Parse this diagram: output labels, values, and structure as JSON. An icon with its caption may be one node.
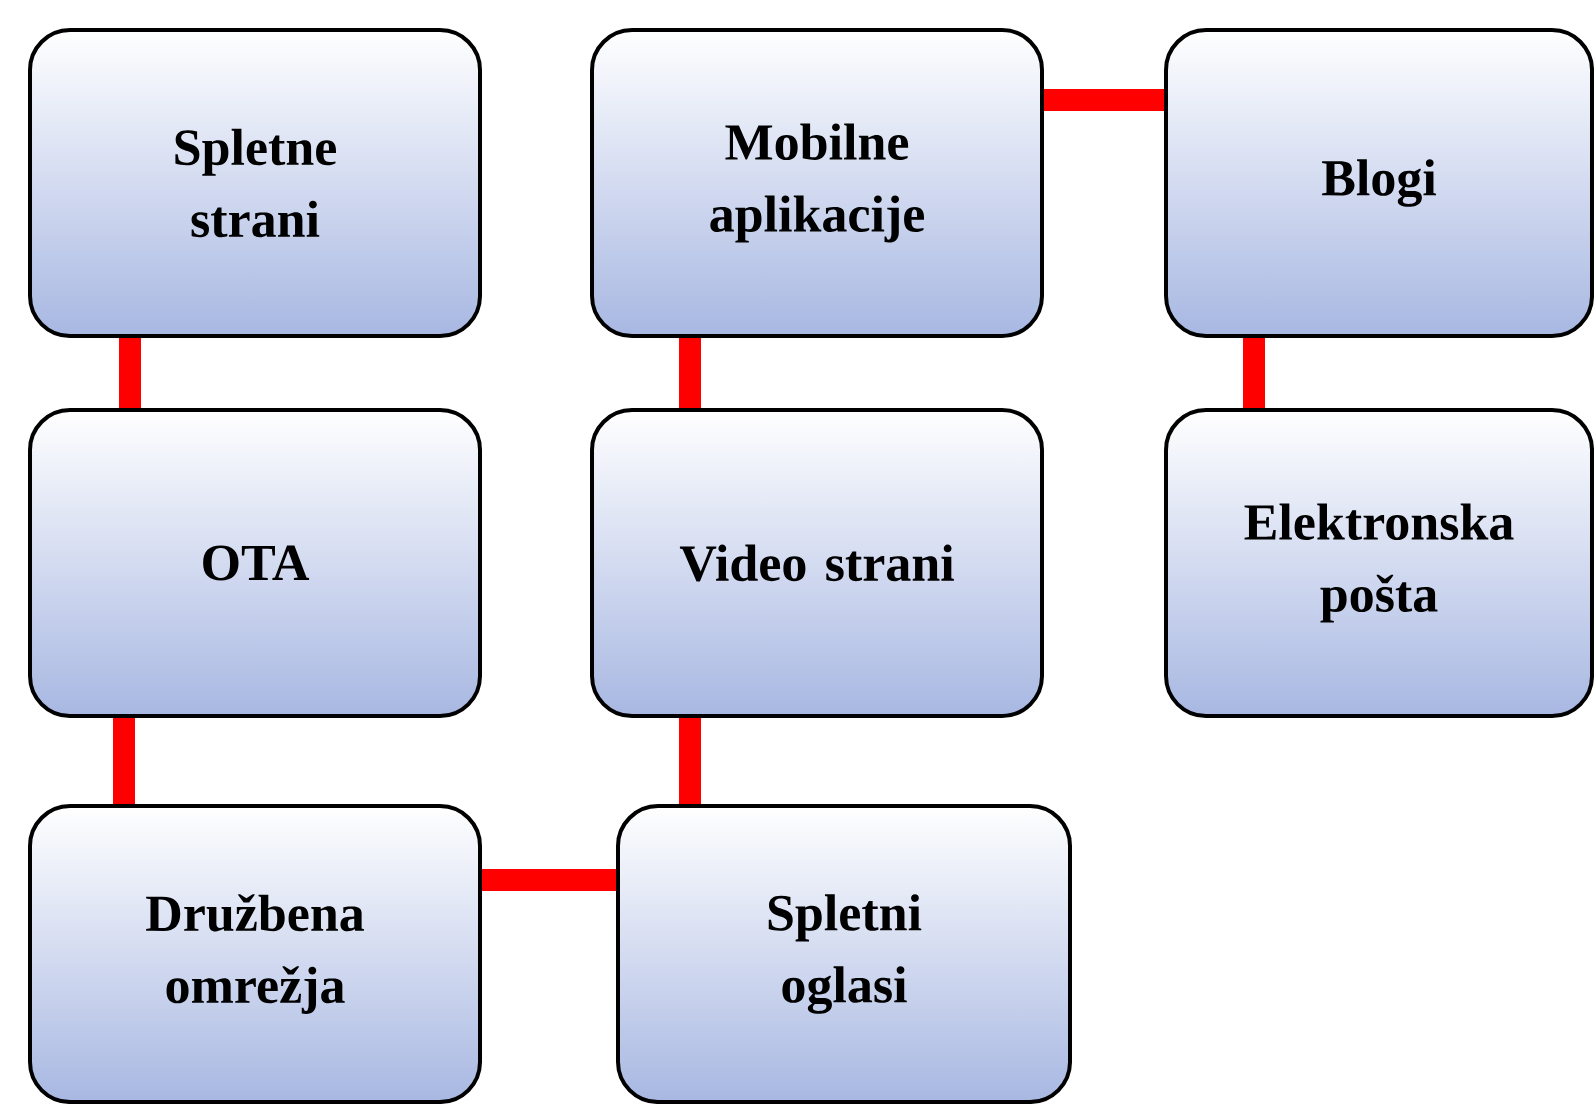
{
  "diagram": {
    "nodes": [
      {
        "text": [
          "Spletne strani"
        ]
      },
      {
        "text": [
          "Mobilne aplikacije"
        ]
      },
      {
        "text": [
          "Blogi"
        ]
      },
      {
        "text": [
          "OTA"
        ]
      },
      {
        "text": [
          "Video strani"
        ]
      },
      {
        "text": [
          "Elektronska pošta"
        ]
      },
      {
        "text": [
          "Družbena omrežja"
        ]
      },
      {
        "text": [
          "Spletni oglasi"
        ]
      }
    ],
    "edges": [
      {
        "from": 0,
        "to": 3,
        "arrow": "none"
      },
      {
        "from": 1,
        "to": 2,
        "arrow": "none"
      },
      {
        "from": 1,
        "to": 4,
        "arrow": "none"
      },
      {
        "from": 2,
        "to": 5,
        "arrow": "none"
      },
      {
        "from": 3,
        "to": 6,
        "arrow": "none"
      },
      {
        "from": 4,
        "to": 7,
        "arrow": "none"
      },
      {
        "from": 6,
        "to": 7,
        "arrow": "none"
      }
    ]
  }
}
